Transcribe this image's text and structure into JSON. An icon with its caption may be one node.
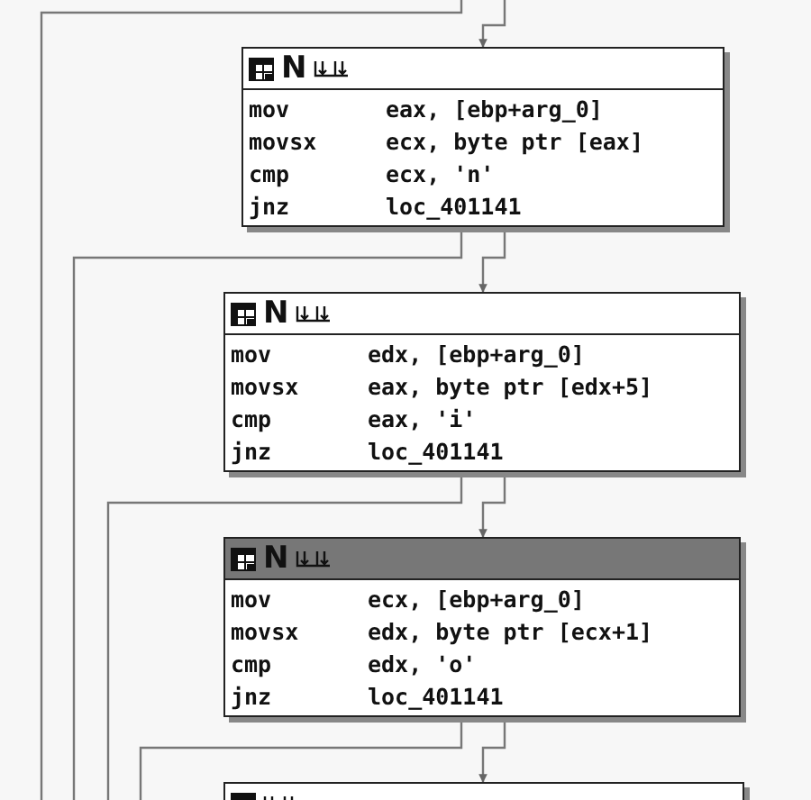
{
  "diagram": {
    "nodes": [
      {
        "text": [
          "N",
          "mov",
          "eax, [ebp+arg_0]",
          "movsx",
          "ecx, byte ptr [eax]",
          "cmp",
          "ecx, 'n'",
          "jnz",
          "loc_401141"
        ]
      },
      {
        "text": [
          "N",
          "mov",
          "edx, [ebp+arg_0]",
          "movsx",
          "eax, byte ptr [edx+5]",
          "cmp",
          "eax, 'i'",
          "jnz",
          "loc_401141"
        ]
      },
      {
        "text": [
          "N",
          "mov",
          "ecx, [ebp+arg_0]",
          "movsx",
          "edx, byte ptr [ecx+1]",
          "cmp",
          "edx, 'o'",
          "jnz",
          "loc_401141"
        ]
      },
      {
        "text": [],
        "shape": "box"
      }
    ],
    "edges": [
      {
        "from": null,
        "to": 0,
        "arrow": "to"
      },
      {
        "from": 0,
        "to": 1,
        "arrow": "to"
      },
      {
        "from": 0,
        "to": null,
        "arrow": "none"
      },
      {
        "from": 1,
        "to": 2,
        "arrow": "to"
      },
      {
        "from": 1,
        "to": null,
        "arrow": "none"
      },
      {
        "from": 2,
        "to": 3,
        "arrow": "to"
      },
      {
        "from": 2,
        "to": null,
        "arrow": "none"
      }
    ]
  }
}
